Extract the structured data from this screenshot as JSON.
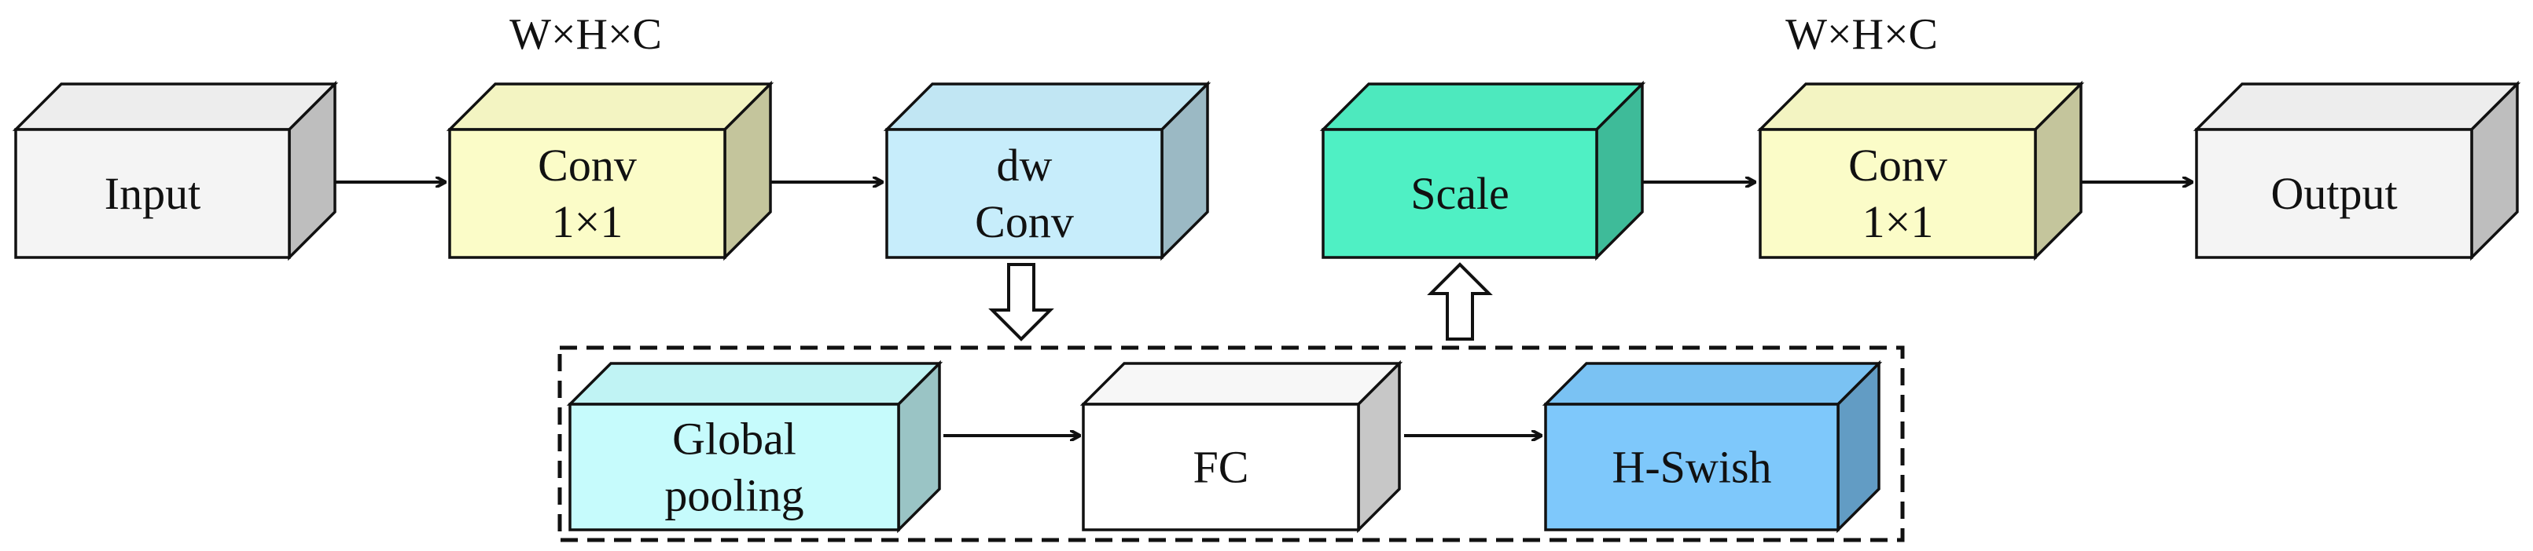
{
  "diagram": {
    "top_labels": {
      "left": "W×H×C",
      "right": "W×H×C"
    },
    "blocks": {
      "input": {
        "lines": [
          "Input"
        ],
        "color": "#f4f4f4"
      },
      "conv1": {
        "lines": [
          "Conv",
          "1×1"
        ],
        "color": "#fbfcc8"
      },
      "dwconv": {
        "lines": [
          "dw",
          "Conv"
        ],
        "color": "#c7edfb"
      },
      "scale": {
        "lines": [
          "Scale"
        ],
        "color": "#4ff0c4"
      },
      "conv2": {
        "lines": [
          "Conv",
          "1×1"
        ],
        "color": "#fbfcc8"
      },
      "output": {
        "lines": [
          "Output"
        ],
        "color": "#f4f4f4"
      },
      "global_pooling": {
        "lines": [
          "Global",
          "pooling"
        ],
        "color": "#c6fbfc"
      },
      "fc": {
        "lines": [
          "FC"
        ],
        "color": "#ffffff"
      },
      "hswish": {
        "lines": [
          "H-Swish"
        ],
        "color": "#7ec8fb"
      }
    }
  }
}
